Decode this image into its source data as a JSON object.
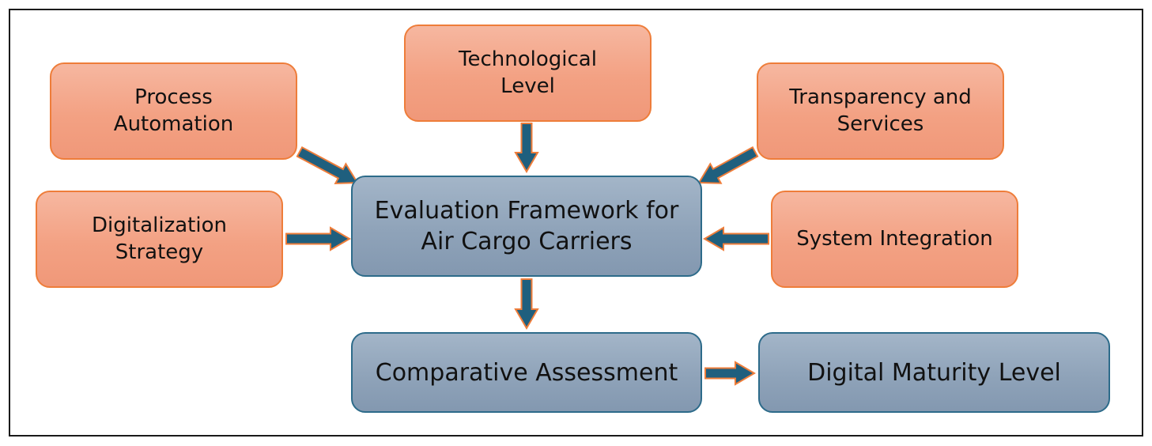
{
  "diagram": {
    "colors": {
      "input_fill": "#f3a183",
      "input_border": "#ee7d3a",
      "core_fill": "#8fa3b9",
      "core_border": "#2d6b8a",
      "arrow_fill": "#1f5f7e",
      "arrow_outline": "#ee7d3a"
    },
    "nodes": {
      "process_automation": {
        "line1": "Process",
        "line2": "Automation"
      },
      "technological_level": {
        "line1": "Technological",
        "line2": "Level"
      },
      "transparency_services": {
        "line1": "Transparency and",
        "line2": "Services"
      },
      "digitalization_strategy": {
        "line1": "Digitalization",
        "line2": "Strategy"
      },
      "system_integration": {
        "line1": "System Integration"
      },
      "evaluation_framework": {
        "line1": "Evaluation Framework for",
        "line2": "Air Cargo Carriers"
      },
      "comparative_assessment": {
        "line1": "Comparative Assessment"
      },
      "digital_maturity_level": {
        "line1": "Digital Maturity Level"
      }
    },
    "edges": [
      {
        "from": "process_automation",
        "to": "evaluation_framework"
      },
      {
        "from": "technological_level",
        "to": "evaluation_framework"
      },
      {
        "from": "transparency_services",
        "to": "evaluation_framework"
      },
      {
        "from": "digitalization_strategy",
        "to": "evaluation_framework"
      },
      {
        "from": "system_integration",
        "to": "evaluation_framework"
      },
      {
        "from": "evaluation_framework",
        "to": "comparative_assessment"
      },
      {
        "from": "comparative_assessment",
        "to": "digital_maturity_level"
      }
    ]
  }
}
